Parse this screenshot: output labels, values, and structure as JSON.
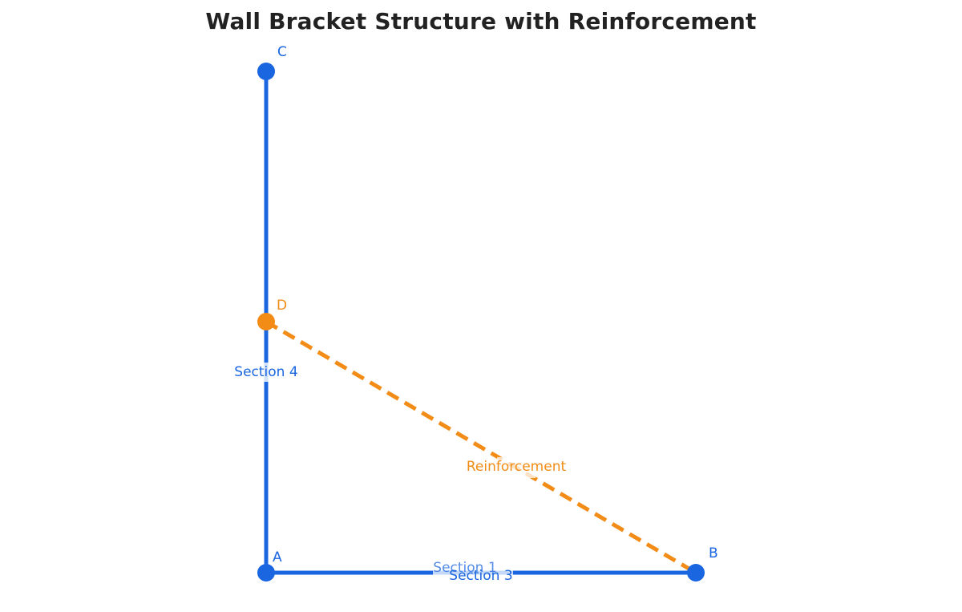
{
  "title": "Wall Bracket Structure with Reinforcement",
  "colors": {
    "structure": "#1a66e0",
    "reinforcement": "#f28c17",
    "title": "#222222",
    "background": "#ffffff"
  },
  "points": {
    "A": "A",
    "B": "B",
    "C": "C",
    "D": "D"
  },
  "segments": {
    "section_1": "Section 1",
    "section_3": "Section 3",
    "section_4": "Section 4",
    "reinforcement": "Reinforcement"
  }
}
